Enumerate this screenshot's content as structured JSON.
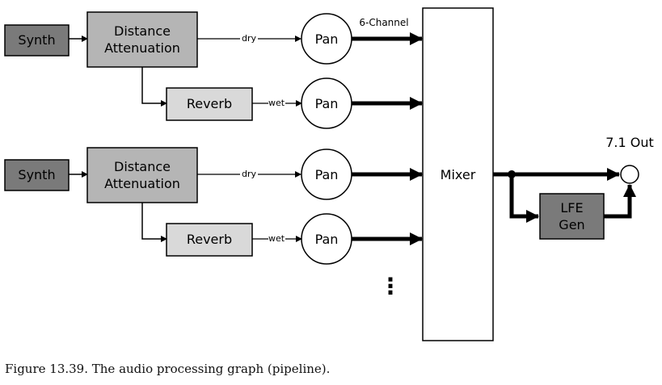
{
  "diagram": {
    "top": {
      "synth": "Synth",
      "attenuation_line1": "Distance",
      "attenuation_line2": "Attenuation",
      "dry_label": "dry",
      "reverb": "Reverb",
      "wet_label": "wet",
      "pan_dry": "Pan",
      "pan_wet": "Pan",
      "channel_label": "6-Channel"
    },
    "bottom": {
      "synth": "Synth",
      "attenuation_line1": "Distance",
      "attenuation_line2": "Attenuation",
      "dry_label": "dry",
      "reverb": "Reverb",
      "wet_label": "wet",
      "pan_dry": "Pan",
      "pan_wet": "Pan"
    },
    "continuation": "⋮",
    "mixer": "Mixer",
    "lfe_line1": "LFE",
    "lfe_line2": "Gen",
    "output_label": "7.1 Out",
    "colors": {
      "synth_fill": "#7a7a7a",
      "attenuation_fill": "#b5b5b5",
      "reverb_fill": "#d9d9d9",
      "lfe_fill": "#7a7a7a",
      "stroke": "#000000"
    }
  },
  "caption": "Figure 13.39.  The audio processing graph (pipeline)."
}
